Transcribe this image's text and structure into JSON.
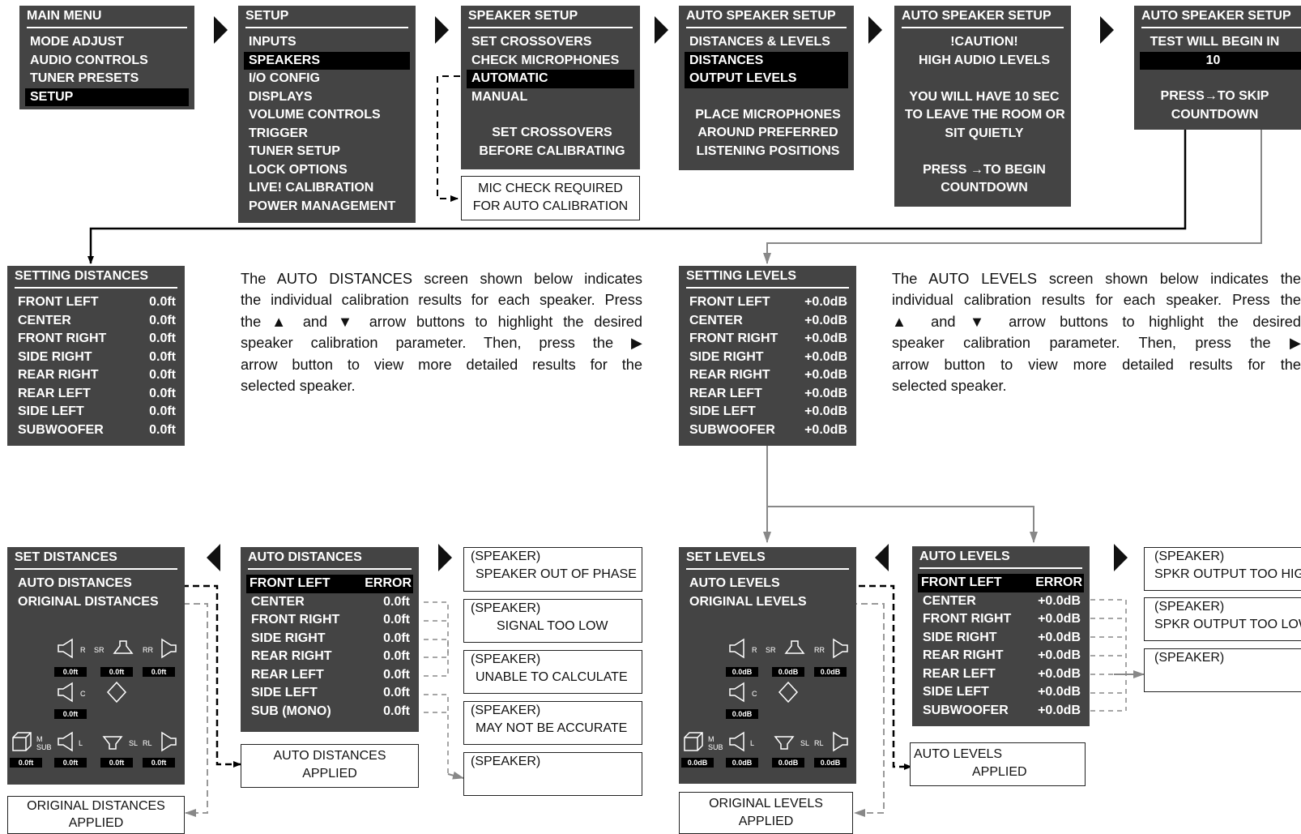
{
  "panels": {
    "main_menu": {
      "title": "MAIN MENU",
      "items": [
        "MODE ADJUST",
        "AUDIO CONTROLS",
        "TUNER PRESETS",
        "SETUP"
      ]
    },
    "setup": {
      "title": "SETUP",
      "items": [
        "INPUTS",
        "SPEAKERS",
        "I/O CONFIG",
        "DISPLAYS",
        "VOLUME CONTROLS",
        "TRIGGER",
        "TUNER SETUP",
        "LOCK OPTIONS",
        "LIVE! CALIBRATION",
        "POWER MANAGEMENT"
      ]
    },
    "speaker_setup": {
      "title": "SPEAKER SETUP",
      "items": [
        "SET CROSSOVERS",
        "CHECK MICROPHONES",
        "AUTOMATIC",
        "MANUAL"
      ],
      "note": [
        "SET CROSSOVERS",
        "BEFORE CALIBRATING"
      ]
    },
    "auto_speaker_setup_1": {
      "title": "AUTO SPEAKER SETUP",
      "items": [
        "DISTANCES & LEVELS",
        "DISTANCES",
        "OUTPUT LEVELS"
      ],
      "note": [
        "PLACE MICROPHONES",
        "AROUND PREFERRED",
        "LISTENING POSITIONS"
      ]
    },
    "auto_speaker_setup_2": {
      "title": "AUTO SPEAKER SETUP",
      "lines": [
        "!CAUTION!",
        "HIGH AUDIO LEVELS",
        "",
        "YOU WILL HAVE 10 SEC",
        "TO LEAVE THE ROOM OR",
        "SIT QUIETLY",
        "",
        "PRESS →TO BEGIN",
        "COUNTDOWN"
      ]
    },
    "auto_speaker_setup_3": {
      "title": "AUTO SPEAKER SETUP",
      "line1": "TEST WILL BEGIN IN",
      "count": "10",
      "press": [
        "PRESS→TO SKIP",
        "COUNTDOWN"
      ]
    },
    "setting_distances": {
      "title": "SETTING DISTANCES",
      "rows": [
        [
          "FRONT LEFT",
          "0.0ft"
        ],
        [
          "CENTER",
          "0.0ft"
        ],
        [
          "FRONT RIGHT",
          "0.0ft"
        ],
        [
          "SIDE RIGHT",
          "0.0ft"
        ],
        [
          "REAR RIGHT",
          "0.0ft"
        ],
        [
          "REAR LEFT",
          "0.0ft"
        ],
        [
          "SIDE LEFT",
          "0.0ft"
        ],
        [
          "SUBWOOFER",
          "0.0ft"
        ]
      ]
    },
    "setting_levels": {
      "title": "SETTING LEVELS",
      "rows": [
        [
          "FRONT LEFT",
          "+0.0dB"
        ],
        [
          "CENTER",
          "+0.0dB"
        ],
        [
          "FRONT RIGHT",
          "+0.0dB"
        ],
        [
          "SIDE RIGHT",
          "+0.0dB"
        ],
        [
          "REAR RIGHT",
          "+0.0dB"
        ],
        [
          "REAR LEFT",
          "+0.0dB"
        ],
        [
          "SIDE LEFT",
          "+0.0dB"
        ],
        [
          "SUBWOOFER",
          "+0.0dB"
        ]
      ]
    },
    "set_distances": {
      "title": "SET DISTANCES",
      "items": [
        "AUTO DISTANCES",
        "ORIGINAL DISTANCES"
      ],
      "speakers": {
        "r": "0.0ft",
        "sr": "0.0ft",
        "rr": "0.0ft",
        "c": "0.0ft",
        "sub": "0.0ft",
        "l": "0.0ft",
        "sl": "0.0ft",
        "rl": "0.0ft"
      }
    },
    "auto_distances": {
      "title": "AUTO DISTANCES",
      "rows": [
        [
          "FRONT LEFT",
          "ERROR"
        ],
        [
          "CENTER",
          "0.0ft"
        ],
        [
          "FRONT RIGHT",
          "0.0ft"
        ],
        [
          "SIDE RIGHT",
          "0.0ft"
        ],
        [
          "REAR RIGHT",
          "0.0ft"
        ],
        [
          "REAR LEFT",
          "0.0ft"
        ],
        [
          "SIDE LEFT",
          "0.0ft"
        ],
        [
          "SUB (MONO)",
          "0.0ft"
        ]
      ]
    },
    "set_levels": {
      "title": "SET LEVELS",
      "items": [
        "AUTO LEVELS",
        "ORIGINAL LEVELS"
      ],
      "speakers": {
        "r": "0.0dB",
        "sr": "0.0dB",
        "rr": "0.0dB",
        "c": "0.0dB",
        "sub": "0.0dB",
        "l": "0.0dB",
        "sl": "0.0dB",
        "rl": "0.0dB"
      }
    },
    "auto_levels": {
      "title": "AUTO LEVELS",
      "rows": [
        [
          "FRONT LEFT",
          "ERROR"
        ],
        [
          "CENTER",
          "+0.0dB"
        ],
        [
          "FRONT RIGHT",
          "+0.0dB"
        ],
        [
          "SIDE RIGHT",
          "+0.0dB"
        ],
        [
          "REAR RIGHT",
          "+0.0dB"
        ],
        [
          "REAR LEFT",
          "+0.0dB"
        ],
        [
          "SIDE LEFT",
          "+0.0dB"
        ],
        [
          "SUBWOOFER",
          "+0.0dB"
        ]
      ]
    }
  },
  "speaker_labels": {
    "r": "R",
    "sr": "SR",
    "rr": "RR",
    "c": "C",
    "m": "M",
    "sub": "SUB",
    "l": "L",
    "sl": "SL",
    "rl": "RL"
  },
  "boxes": {
    "mic_check": [
      "MIC CHECK REQUIRED",
      "FOR AUTO CALIBRATION"
    ],
    "dist_err1": [
      "(SPEAKER)",
      "SPEAKER OUT OF PHASE"
    ],
    "dist_err2": [
      "(SPEAKER)",
      "SIGNAL TOO LOW"
    ],
    "dist_err3": [
      "(SPEAKER)",
      "UNABLE TO CALCULATE"
    ],
    "dist_err4": [
      "(SPEAKER)",
      "MAY NOT BE ACCURATE"
    ],
    "dist_err5": [
      "(SPEAKER)"
    ],
    "auto_dist_applied": [
      "AUTO DISTANCES",
      "APPLIED"
    ],
    "orig_dist_applied": [
      "ORIGINAL DISTANCES",
      "APPLIED"
    ],
    "lvl_err1": [
      "(SPEAKER)",
      "SPKR OUTPUT TOO HIGH"
    ],
    "lvl_err2": [
      "(SPEAKER)",
      "SPKR OUTPUT TOO LOW"
    ],
    "lvl_err3": [
      "(SPEAKER)"
    ],
    "auto_lvl_applied": [
      "AUTO LEVELS",
      "APPLIED"
    ],
    "orig_lvl_applied": [
      "ORIGINAL LEVELS",
      "APPLIED"
    ]
  },
  "paragraphs": {
    "distances": [
      "The AUTO DISTANCES screen shown below indicates",
      "the individual calibration results for each speaker. Press",
      "the ▲ and ▼ arrow buttons to highlight the desired",
      "speaker calibration parameter. Then, press the ▶",
      "arrow button to view more detailed results for the",
      "selected speaker."
    ],
    "levels": [
      "The AUTO LEVELS screen shown below indicates the",
      "individual calibration results for each speaker. Press the",
      "▲ and ▼ arrow buttons to highlight the desired",
      "speaker calibration parameter. Then, press the ▶",
      "arrow button to view more detailed results for the",
      "selected speaker."
    ]
  },
  "colors": {
    "panel": "#444444",
    "highlight": "#000000",
    "line_dark": "#000000",
    "line_gray": "#888888"
  }
}
